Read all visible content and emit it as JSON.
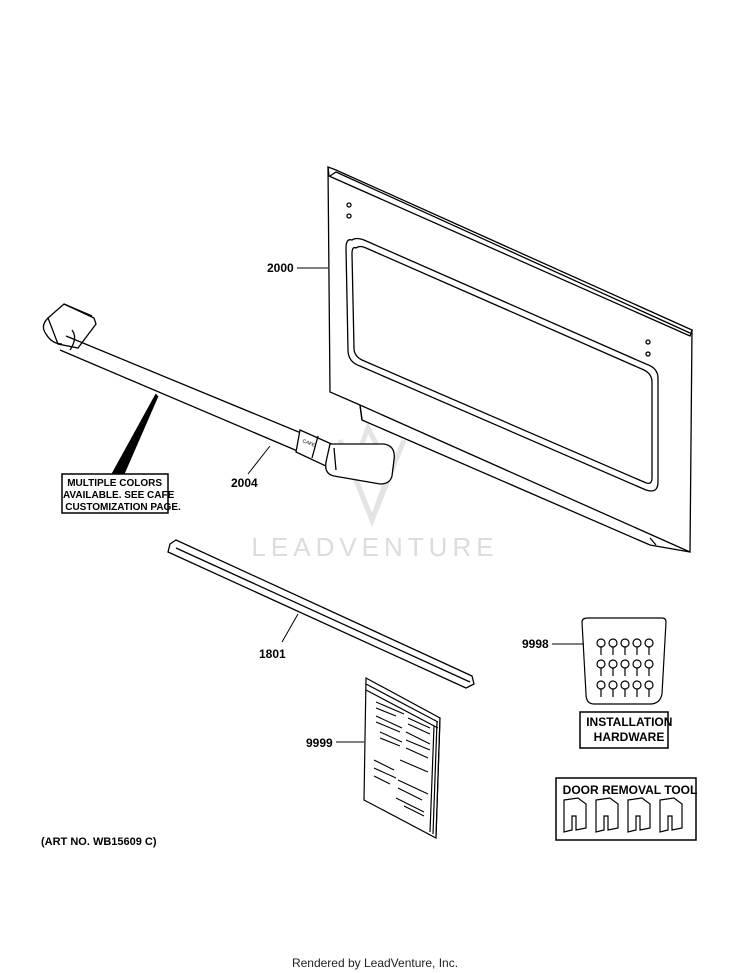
{
  "watermark": "LEADVENTURE",
  "parts": {
    "door": {
      "number": "2000"
    },
    "handle": {
      "number": "2004",
      "brand_text": "CAFE"
    },
    "trim": {
      "number": "1801"
    },
    "hardware": {
      "number": "9998"
    },
    "manual": {
      "number": "9999"
    }
  },
  "notes": {
    "multiple_colors": [
      "MULTIPLE COLORS",
      "AVAILABLE. SEE CAFE",
      "CUSTOMIZATION PAGE."
    ],
    "installation_hardware": [
      "INSTALLATION",
      "HARDWARE"
    ],
    "door_removal_tool": "DOOR REMOVAL TOOL"
  },
  "art_no": "(ART NO. WB15609 C)",
  "footer": "Rendered by LeadVenture, Inc."
}
